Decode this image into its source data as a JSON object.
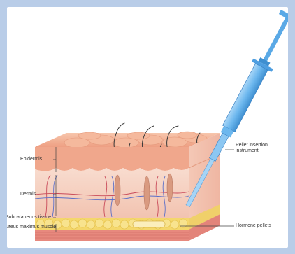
{
  "labels": {
    "epidermis": "Epidermis",
    "dermis": "Dermis",
    "subcutaneous": "Subcataneous tissue",
    "gluteus": "Gluteus maximus muscle",
    "instrument_line1": "Pellet insertion",
    "instrument_line2": "instrument",
    "pellets": "Hormone pellets"
  },
  "colors": {
    "frame": "#b9cde8",
    "skin_top": "#f2b497",
    "dermis": "#f6d3c3",
    "fat": "#f3d76a",
    "muscle": "#e88f85",
    "syringe": "#5aa9e6"
  }
}
